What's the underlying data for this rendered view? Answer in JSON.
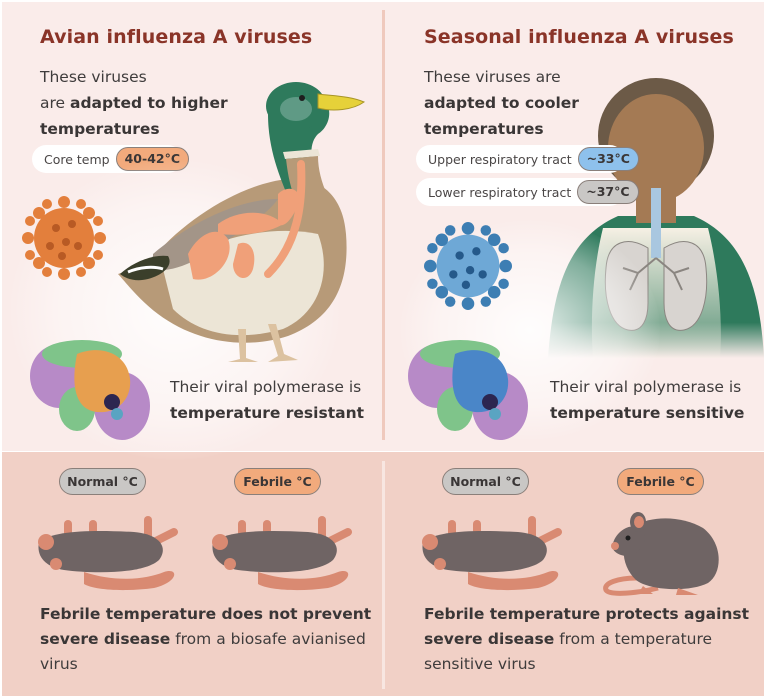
{
  "left": {
    "title": "Avian influenza A viruses",
    "intro_line1": "These viruses",
    "intro_line2_plain": "are ",
    "intro_line2_bold": "adapted to higher",
    "intro_line3_bold": "temperatures",
    "temps": [
      {
        "label": "Core temp",
        "value": "40-42°C",
        "color": "#f2aa7c"
      }
    ],
    "polymerase_plain": "Their viral polymerase is",
    "polymerase_bold": "temperature resistant",
    "illustrations": {
      "host": "duck-icon",
      "virus": "orange-virus-icon",
      "protein": "polymerase-structure-icon"
    },
    "virus_color": "#e37f3c"
  },
  "right": {
    "title": "Seasonal influenza A viruses",
    "intro_line1": "These viruses are",
    "intro_line2_bold": "adapted to cooler",
    "intro_line3_bold": "temperatures",
    "temps": [
      {
        "label": "Upper respiratory tract",
        "value": "~33°C",
        "color": "#8ec1ec"
      },
      {
        "label": "Lower respiratory tract",
        "value": "~37°C",
        "color": "#c9c7c5"
      }
    ],
    "polymerase_plain": "Their viral polymerase is",
    "polymerase_bold": "temperature sensitive",
    "illustrations": {
      "host": "human-lungs-icon",
      "virus": "blue-virus-icon",
      "protein": "polymerase-structure-icon"
    },
    "virus_color": "#3d7eb3"
  },
  "bottom_left": {
    "normal_label": "Normal °C",
    "febrile_label": "Febrile °C",
    "normal_mouse_state": "sick",
    "febrile_mouse_state": "sick",
    "conclusion_bold1": "Febrile temperature does not prevent",
    "conclusion_bold2": "severe disease",
    "conclusion_plain2": " from a biosafe avianised",
    "conclusion_plain3": "virus"
  },
  "bottom_right": {
    "normal_label": "Normal °C",
    "febrile_label": "Febrile °C",
    "normal_mouse_state": "sick",
    "febrile_mouse_state": "healthy",
    "conclusion_bold1": "Febrile temperature protects against",
    "conclusion_bold2": "severe disease",
    "conclusion_plain2": " from a temperature",
    "conclusion_plain3": "sensitive virus"
  },
  "colors": {
    "title": "#8a3428",
    "top_bg": "#faecea",
    "bottom_bg": "#f1d0c6",
    "febrile": "#f2aa7c",
    "normal": "#c9c7c5",
    "upper_tract": "#8ec1ec"
  }
}
